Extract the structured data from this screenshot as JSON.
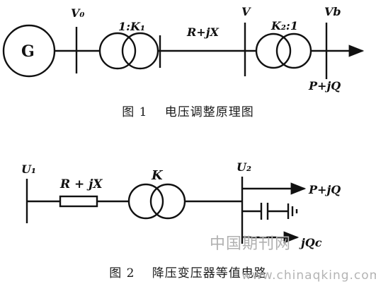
{
  "figure1": {
    "caption": "图 1　 电压调整原理图",
    "generator_label": "G",
    "labels": {
      "v0": "V₀",
      "t1_ratio": "1:K₁",
      "line_impedance": "R+jX",
      "v": "V",
      "t2_ratio": "K₂:1",
      "vb": "Vb",
      "load": "P+jQ"
    }
  },
  "figure2": {
    "caption": "图 2　 降压变压器等值电路",
    "labels": {
      "u1": "U₁",
      "impedance": "R + jX",
      "transformer": "K",
      "u2": "U₂",
      "load": "P+jQ",
      "reactive": "jQc"
    }
  },
  "watermark": {
    "text_cn": "中国期刊网",
    "url": "www.chinaqking.com"
  },
  "colors": {
    "line": "#111111",
    "background": "#ffffff",
    "watermark": "#b0b0b0"
  }
}
